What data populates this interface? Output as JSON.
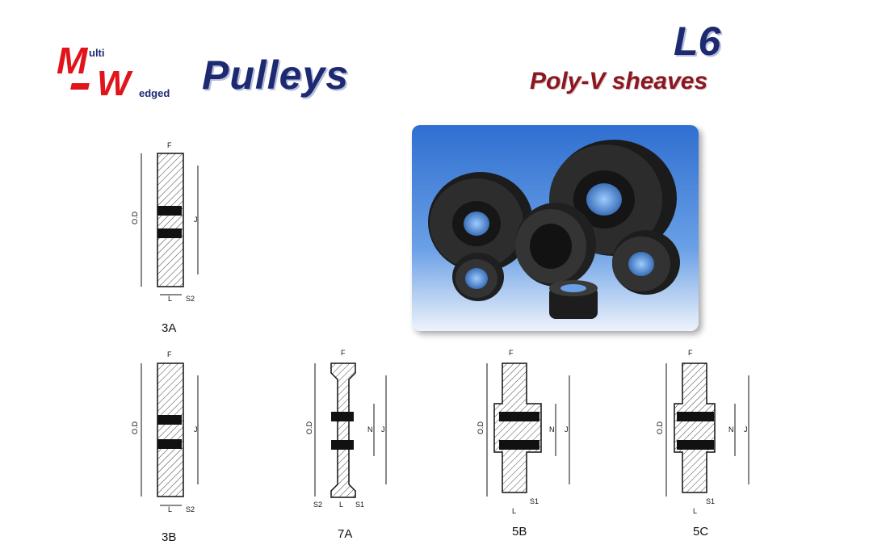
{
  "logo": {
    "m": "M",
    "multi": "ulti",
    "w": "W",
    "wedged": "edged"
  },
  "title": "Pulleys",
  "series": "L6",
  "subtitle": "Poly-V sheaves",
  "dims": {
    "F": "F",
    "OD": "O.D",
    "J": "J",
    "N": "N",
    "L": "L",
    "S1": "S1",
    "S2": "S2"
  },
  "drawings": [
    "3A",
    "3B",
    "7A",
    "5B",
    "5C"
  ]
}
